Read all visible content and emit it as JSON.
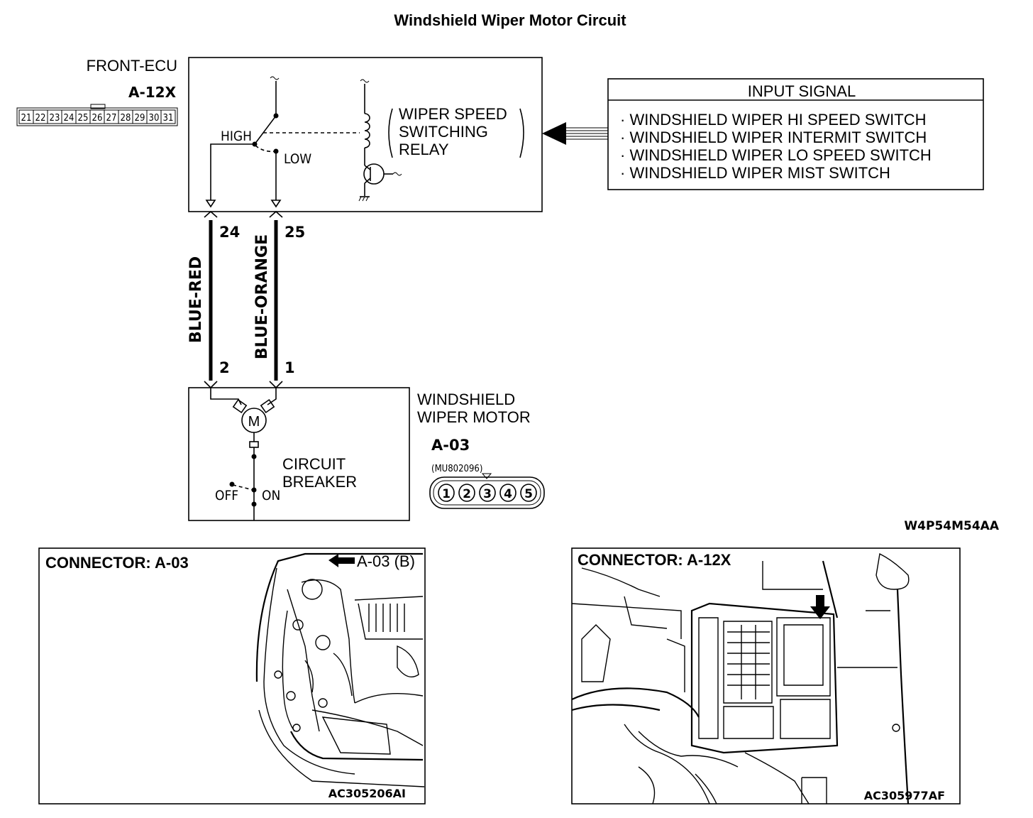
{
  "title": "Windshield Wiper Motor Circuit",
  "front_ecu": {
    "name": "FRONT-ECU",
    "connector": "A-12X",
    "pins": [
      "21",
      "22",
      "23",
      "24",
      "25",
      "26",
      "27",
      "28",
      "29",
      "30",
      "31"
    ],
    "relay_label_lines": [
      "WIPER SPEED",
      "SWITCHING",
      "RELAY"
    ],
    "high_label": "HIGH",
    "low_label": "LOW",
    "tilde": "~"
  },
  "input_signal": {
    "header": "INPUT SIGNAL",
    "items": [
      "· WINDSHIELD WIPER HI SPEED SWITCH",
      "· WINDSHIELD WIPER INTERMIT SWITCH",
      "· WINDSHIELD WIPER LO SPEED SWITCH",
      "· WINDSHIELD WIPER MIST SWITCH"
    ]
  },
  "wires": [
    {
      "color": "BLUE-RED",
      "ecu_pin": "24",
      "motor_pin": "2"
    },
    {
      "color": "BLUE-ORANGE",
      "ecu_pin": "25",
      "motor_pin": "1"
    }
  ],
  "wiper_motor": {
    "name_lines": [
      "WINDSHIELD",
      "WIPER MOTOR"
    ],
    "connector": "A-03",
    "part_number": "(MU802096)",
    "pins": [
      "1",
      "2",
      "3",
      "4",
      "5"
    ],
    "motor_symbol": "M",
    "breaker_lines": [
      "CIRCUIT",
      "BREAKER"
    ],
    "off_label": "OFF",
    "on_label": "ON"
  },
  "diagram_code": "W4P54M54AA",
  "panel_left": {
    "title": "CONNECTOR: A-03",
    "callout": "A-03 (B)",
    "code": "AC305206AI"
  },
  "panel_right": {
    "title": "CONNECTOR: A-12X",
    "code": "AC305977AF"
  }
}
